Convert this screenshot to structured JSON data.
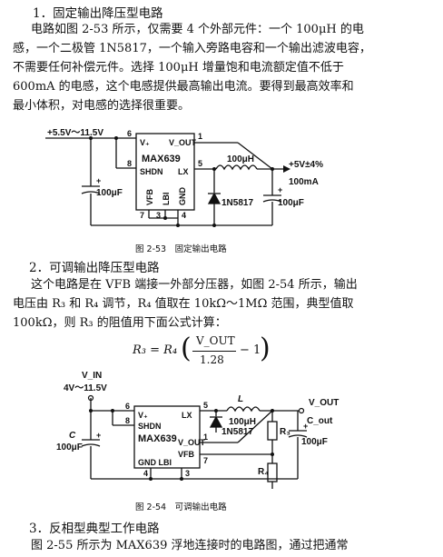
{
  "section1": {
    "title": "1．固定输出降压型电路",
    "lines": [
      "电路如图 2-53 所示，仅需要 4 个外部元件：一个 100μH 的电",
      "感，一个二极管 1N5817，一个输入旁路电容和一个输出滤波电容，",
      "不需要任何补偿元件。选择 100μH 增量饱和电流额定值不低于",
      "600mA 的电感，这个电感提供最高输出电流。要得到最高效率和",
      "最小体积，对电感的选择很重要。"
    ]
  },
  "fig53": {
    "input_label": "+5.5V～11.5V",
    "chip": "MAX639",
    "pin_vplus": "V₊",
    "pin_vout": "V_OUT",
    "pin_shdn": "SHDN",
    "pin_lx": "LX",
    "pin_vfb": "VFB",
    "pin_lbi": "LBI",
    "pin_gnd": "GND",
    "pin6": "6",
    "pin1": "1",
    "pin8": "8",
    "pin5": "5",
    "pin7": "7",
    "pin3": "3",
    "pin4": "4",
    "cap_in": "100μF",
    "inductor": "100μH",
    "diode": "1N5817",
    "out_label": "+5V±4%",
    "out_current": "100mA",
    "cap_out": "100μF",
    "caption": "图 2-53　固定输出电路"
  },
  "section2": {
    "title": "2．可调输出降压型电路",
    "lines": [
      "这个电路是在 VFB 端接一外部分压器，如图 2-54 所示，输出",
      "电压由 R₃ 和 R₄ 调节，R₄ 值取在 10kΩ～1MΩ 范围，典型值取",
      "100kΩ，则 R₃ 的阻值用下面公式计算："
    ],
    "formula_lhs": "R₃ = R₄",
    "formula_num": "V_OUT",
    "formula_den": "1.28",
    "formula_tail": "− 1"
  },
  "fig54": {
    "vin": "V_IN",
    "input_label": "4V～11.5V",
    "chip": "MAX639",
    "pin_vplus": "V₊",
    "pin_shdn": "SHDN",
    "pin_lx": "LX",
    "pin_vout": "V_OUT",
    "pin_vfb": "VFB",
    "pin_gnd_lbi": "GND LBI",
    "pin6": "6",
    "pin8": "8",
    "pin5": "5",
    "pin1": "1",
    "pin7": "7",
    "pin4": "4",
    "pin3": "3",
    "cap_label": "C",
    "cap_in": "100μF",
    "ind_label": "L",
    "inductor": "100μH",
    "diode": "1N5817",
    "r3": "R₃",
    "r4": "R₄",
    "cout": "C_out",
    "cap_out": "100μF",
    "vout_label": "V_OUT",
    "caption": "图 2-54　可调输出电路"
  },
  "section3": {
    "title": "3．反相型典型工作电路",
    "line": "图 2-55 所示为 MAX639 浮地连接时的电路图，通过把通常"
  }
}
